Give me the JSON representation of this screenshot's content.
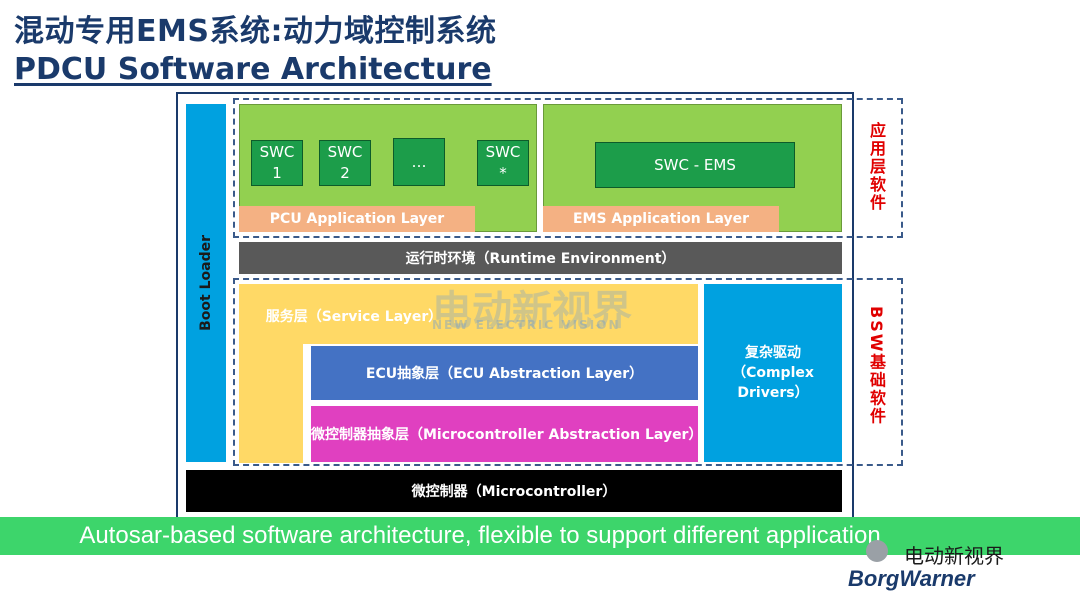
{
  "header": {
    "title": "混动专用EMS系统:动力域控制系统",
    "subtitle": "PDCU Software Architecture"
  },
  "diagram": {
    "boot_loader": "Boot Loader",
    "pcu_swcs": [
      {
        "line1": "SWC",
        "line2": "1"
      },
      {
        "line1": "SWC",
        "line2": "2"
      },
      {
        "line1": "…",
        "line2": ""
      },
      {
        "line1": "SWC",
        "line2": "*"
      }
    ],
    "swc_ems": "SWC - EMS",
    "pcu_app_layer": "PCU Application Layer",
    "ems_app_layer": "EMS Application Layer",
    "runtime": "运行时环境（Runtime Environment）",
    "service_layer": "服务层（Service Layer）",
    "ecu_abstraction": "ECU抽象层（ECU Abstraction Layer）",
    "mcal": "微控制器抽象层（Microcontroller Abstraction Layer）",
    "complex_drivers": {
      "line1": "复杂驱动",
      "line2": "（Complex",
      "line3": "Drivers）"
    },
    "microcontroller": "微控制器（Microcontroller）",
    "side_app": "应用层软件",
    "side_bsw": "BSW基础软件"
  },
  "banner": {
    "text": "Autosar-based software architecture, flexible to support different application"
  },
  "watermark": {
    "cn": "电动新视界",
    "en": "NEW ELECTRIC VISION"
  },
  "logo": {
    "wechat": "电动新视界",
    "brand": "BorgWarner"
  },
  "colors": {
    "title": "#1a3a6b",
    "app_green": "#92d050",
    "swc_green": "#1c9d4a",
    "app_label": "#f4b183",
    "runtime": "#595959",
    "boot": "#00a1e0",
    "service": "#ffd966",
    "ecu": "#4472c4",
    "mcal": "#e040c0",
    "micro": "#000000",
    "banner": "#3dd56b",
    "side_label": "#e00000"
  }
}
